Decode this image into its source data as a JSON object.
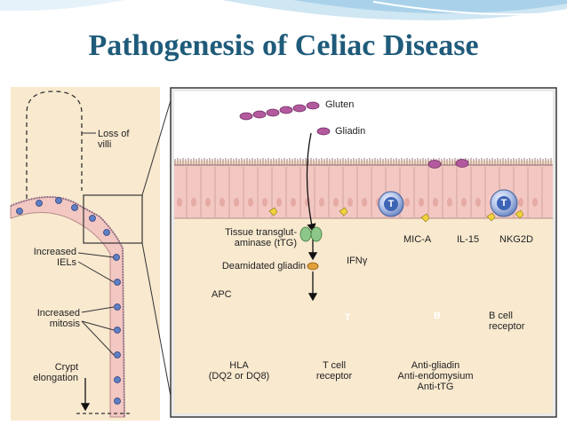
{
  "title": "Pathogenesis of Celiac Disease",
  "left_panel": {
    "loss_of_villi": "Loss of\nvilli",
    "increased_iels": "Increased\nIELs",
    "increased_mitosis": "Increased\nmitosis",
    "crypt_elongation": "Crypt\nelongation"
  },
  "right_panel": {
    "gluten": "Gluten",
    "gliadin": "Gliadin",
    "ttg": "Tissue transglut-\naminase (tTG)",
    "deamidated_gliadin": "Deamidated gliadin",
    "ifn": "IFNγ",
    "mica": "MIC-A",
    "il15": "IL-15",
    "nkg2d": "NKG2D",
    "apc": "APC",
    "hla": "HLA\n(DQ2 or DQ8)",
    "tcr": "T cell\nreceptor",
    "bcr": "B cell\nreceptor",
    "antibodies": "Anti-gliadin\nAnti-endomysium\nAnti-tTG",
    "t_mark": "T",
    "b_mark": "B"
  },
  "colors": {
    "title": "#1f5b7a",
    "epithelium": "#f3c7c2",
    "lamina": "#f8e9cf",
    "tcell": "#5e7fc4",
    "bcell": "#8b78c8",
    "apc": "#8a6fc0",
    "frame": "#3b3b3b"
  }
}
